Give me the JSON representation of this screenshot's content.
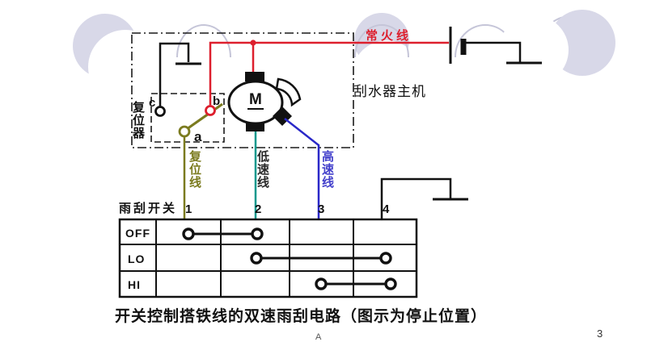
{
  "slide": {
    "caption": "开关控制搭铁线的双速雨刮电路（图示为停止位置）",
    "page_number": "3",
    "watermark": "A",
    "decoration_fill": "#d8d8e8",
    "decoration_stroke": "#c5c5d8"
  },
  "diagram": {
    "main_unit_label": "刮水器主机",
    "reset_device_label": "复位器",
    "motor_symbol": "M",
    "terminal_a": "a",
    "terminal_b": "b",
    "terminal_c": "c",
    "hot_wire": {
      "label": "常火线",
      "color": "#dd1f2d"
    },
    "reset_wire": {
      "label": "复位线",
      "color": "#7b7b1f"
    },
    "low_speed_wire": {
      "label": "低速线",
      "color": "#0b988c",
      "label_color": "#2a2a2a"
    },
    "high_speed_wire": {
      "label": "高速线",
      "color": "#2a28c8",
      "label_color": "#4340cb"
    },
    "switch": {
      "label": "雨刮开关",
      "terminals": [
        "1",
        "2",
        "3",
        "4"
      ],
      "positions": [
        {
          "label": "OFF",
          "connects": "1-2"
        },
        {
          "label": "LO",
          "connects": "2-4"
        },
        {
          "label": "HI",
          "connects": "3-4"
        }
      ]
    }
  }
}
